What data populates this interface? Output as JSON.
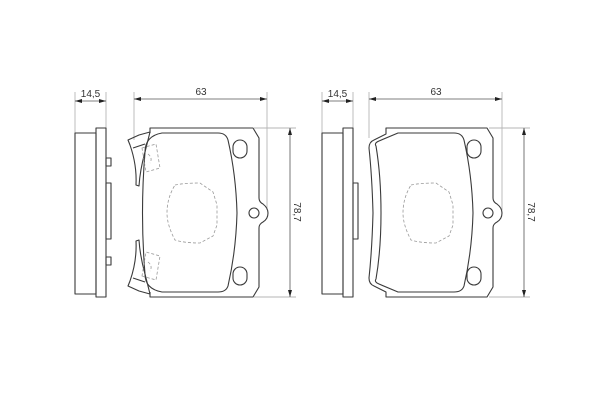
{
  "drawing": {
    "subject": "brake pad set technical drawing",
    "left_pad": {
      "side_view": {
        "thickness_label": "14,5"
      },
      "front_view": {
        "width_label": "63",
        "height_label": "78,7",
        "has_wear_clips": true
      }
    },
    "right_pad": {
      "side_view": {
        "thickness_label": "14,5"
      },
      "front_view": {
        "width_label": "63",
        "height_label": "78,7",
        "has_wear_clips": false
      }
    }
  },
  "colors": {
    "line": "#3a3a3a",
    "extension_line": "#b5b5b5",
    "hidden_line": "#9a9a9a",
    "background": "#ffffff"
  }
}
